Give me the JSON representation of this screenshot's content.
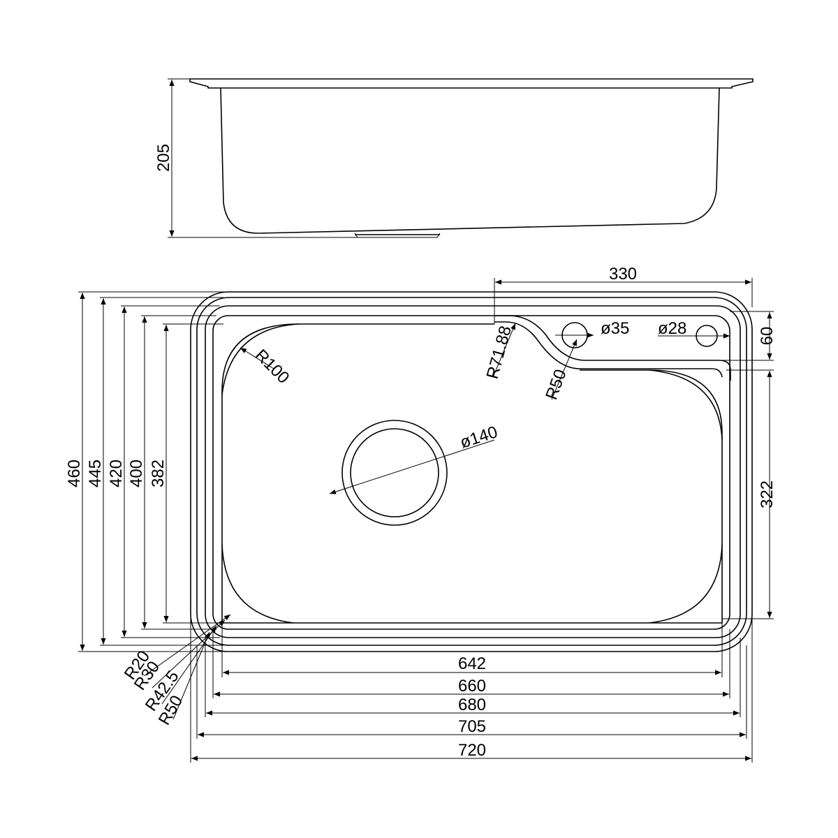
{
  "drawing": {
    "side_view": {
      "height_label": "205"
    },
    "top_view": {
      "width_labels": [
        "642",
        "660",
        "680",
        "705",
        "720"
      ],
      "height_labels": [
        "460",
        "445",
        "420",
        "400",
        "382"
      ],
      "right_height_label": "322",
      "ledge_width_label": "330",
      "ledge_depth_label": "60",
      "hole_large_label": "ø35",
      "hole_small_label": "ø28",
      "drain_label": "ø140",
      "radius_bowl_label": "R100",
      "radius_ledge_label": "R71.88",
      "radius_ledge_inner_label": "R50",
      "corner_radius_labels": [
        "R20",
        "R30",
        "R42.5",
        "R50"
      ]
    }
  }
}
